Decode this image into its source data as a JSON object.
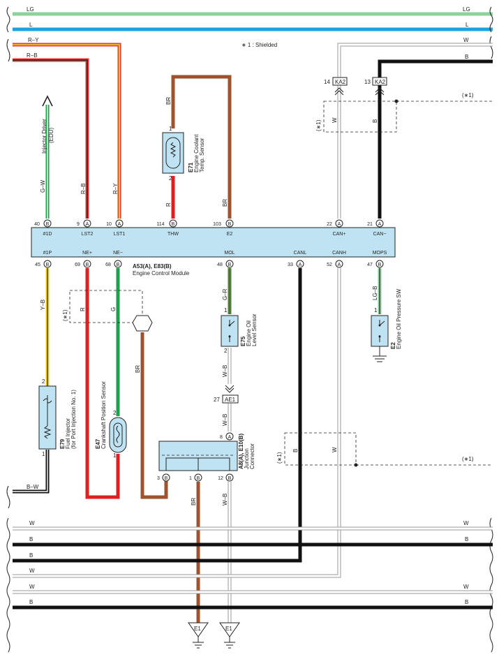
{
  "shield_note": "∗ 1 : Shielded",
  "shield_mark": "(∗1)",
  "ecm": {
    "id": "A53(A), E83(B)",
    "name": "Engine Control Module",
    "top_terminals": [
      {
        "pin": "40",
        "conn": "B",
        "name": "#1D"
      },
      {
        "pin": "9",
        "conn": "A",
        "name": "LST2"
      },
      {
        "pin": "10",
        "conn": "A",
        "name": "LST1"
      },
      {
        "pin": "114",
        "conn": "B",
        "name": "THW"
      },
      {
        "pin": "103",
        "conn": "B",
        "name": "E2"
      },
      {
        "pin": "22",
        "conn": "A",
        "name": "CAN+"
      },
      {
        "pin": "21",
        "conn": "A",
        "name": "CAN−"
      }
    ],
    "bottom_terminals": [
      {
        "pin": "45",
        "conn": "B",
        "name": "#1P"
      },
      {
        "pin": "69",
        "conn": "B",
        "name": "NE+"
      },
      {
        "pin": "68",
        "conn": "B",
        "name": "NE−"
      },
      {
        "pin": "48",
        "conn": "B",
        "name": "MOL"
      },
      {
        "pin": "33",
        "conn": "A",
        "name": "CANL"
      },
      {
        "pin": "52",
        "conn": "A",
        "name": "CANH"
      },
      {
        "pin": "47",
        "conn": "B",
        "name": "MOPS"
      }
    ]
  },
  "bus_wires": {
    "top": [
      {
        "label": "LG",
        "color": "#8fd19a"
      },
      {
        "label": "L",
        "color": "#1aa3e0"
      }
    ],
    "left": [
      {
        "label": "R–Y"
      },
      {
        "label": "R–B"
      }
    ],
    "right": [
      {
        "label": "W"
      },
      {
        "label": "B"
      }
    ],
    "bottom": [
      {
        "label": "W"
      },
      {
        "label": "B"
      },
      {
        "label": "B"
      },
      {
        "label": "W"
      },
      {
        "label": "W"
      },
      {
        "label": "B"
      }
    ],
    "fuel_return": "B–W"
  },
  "wire_labels": {
    "injector_driver": "G–W",
    "lst2": "R–B",
    "lst1": "R–Y",
    "thw_top": "BR",
    "thw_bottom": "R",
    "e2": "BR",
    "can_plus": "W",
    "can_minus": "B",
    "fuel_injector": "Y–B",
    "ne_plus": "R",
    "ne_minus": "G",
    "ne_shield": "BR",
    "mol": "G–R",
    "oil_level_out": "W–B",
    "ae1_out": "W–B",
    "junction_br": "BR",
    "junction_wb": "W–B",
    "mops": "LG–B",
    "canl_shield": "B",
    "canh_shield": "W"
  },
  "components": {
    "injector_driver": {
      "name": "Injector Driver",
      "sub": "(EDU)"
    },
    "coolant_sensor": {
      "id": "E71",
      "name": "Engine Coolant",
      "sub": "Temp. Sensor",
      "pin_top": "1",
      "pin_bottom": "2"
    },
    "oil_level_sensor": {
      "id": "E75",
      "name": "Engine Oil",
      "sub": "Level Sensor",
      "pin_top": "1",
      "pin_bottom": "2"
    },
    "oil_pressure_sw": {
      "id": "E2",
      "name": "Engine Oil Pressure SW",
      "pin": "1"
    },
    "fuel_injector": {
      "id": "E79",
      "name": "Fuel Injector",
      "sub": "(for Port Injection No. 1)",
      "pin_top": "2",
      "pin_bottom": "1"
    },
    "crank_sensor": {
      "id": "E47",
      "name": "Crankshaft Position Sensor",
      "pin_top": "2",
      "pin_bottom": "1"
    },
    "junction": {
      "id": "A8(A), E10(B)",
      "name": "Junction",
      "sub": "Connector",
      "pins": [
        {
          "pin": "8",
          "conn": "A"
        },
        {
          "pin": "3",
          "conn": "B"
        },
        {
          "pin": "1",
          "conn": "B"
        },
        {
          "pin": "12",
          "conn": "B"
        }
      ]
    },
    "ka2_left": {
      "pin": "14",
      "name": "KA2"
    },
    "ka2_right": {
      "pin": "13",
      "name": "KA2"
    },
    "ae1": {
      "pin": "27",
      "name": "AE1"
    },
    "ground_left": "E1",
    "ground_right": "E1"
  }
}
